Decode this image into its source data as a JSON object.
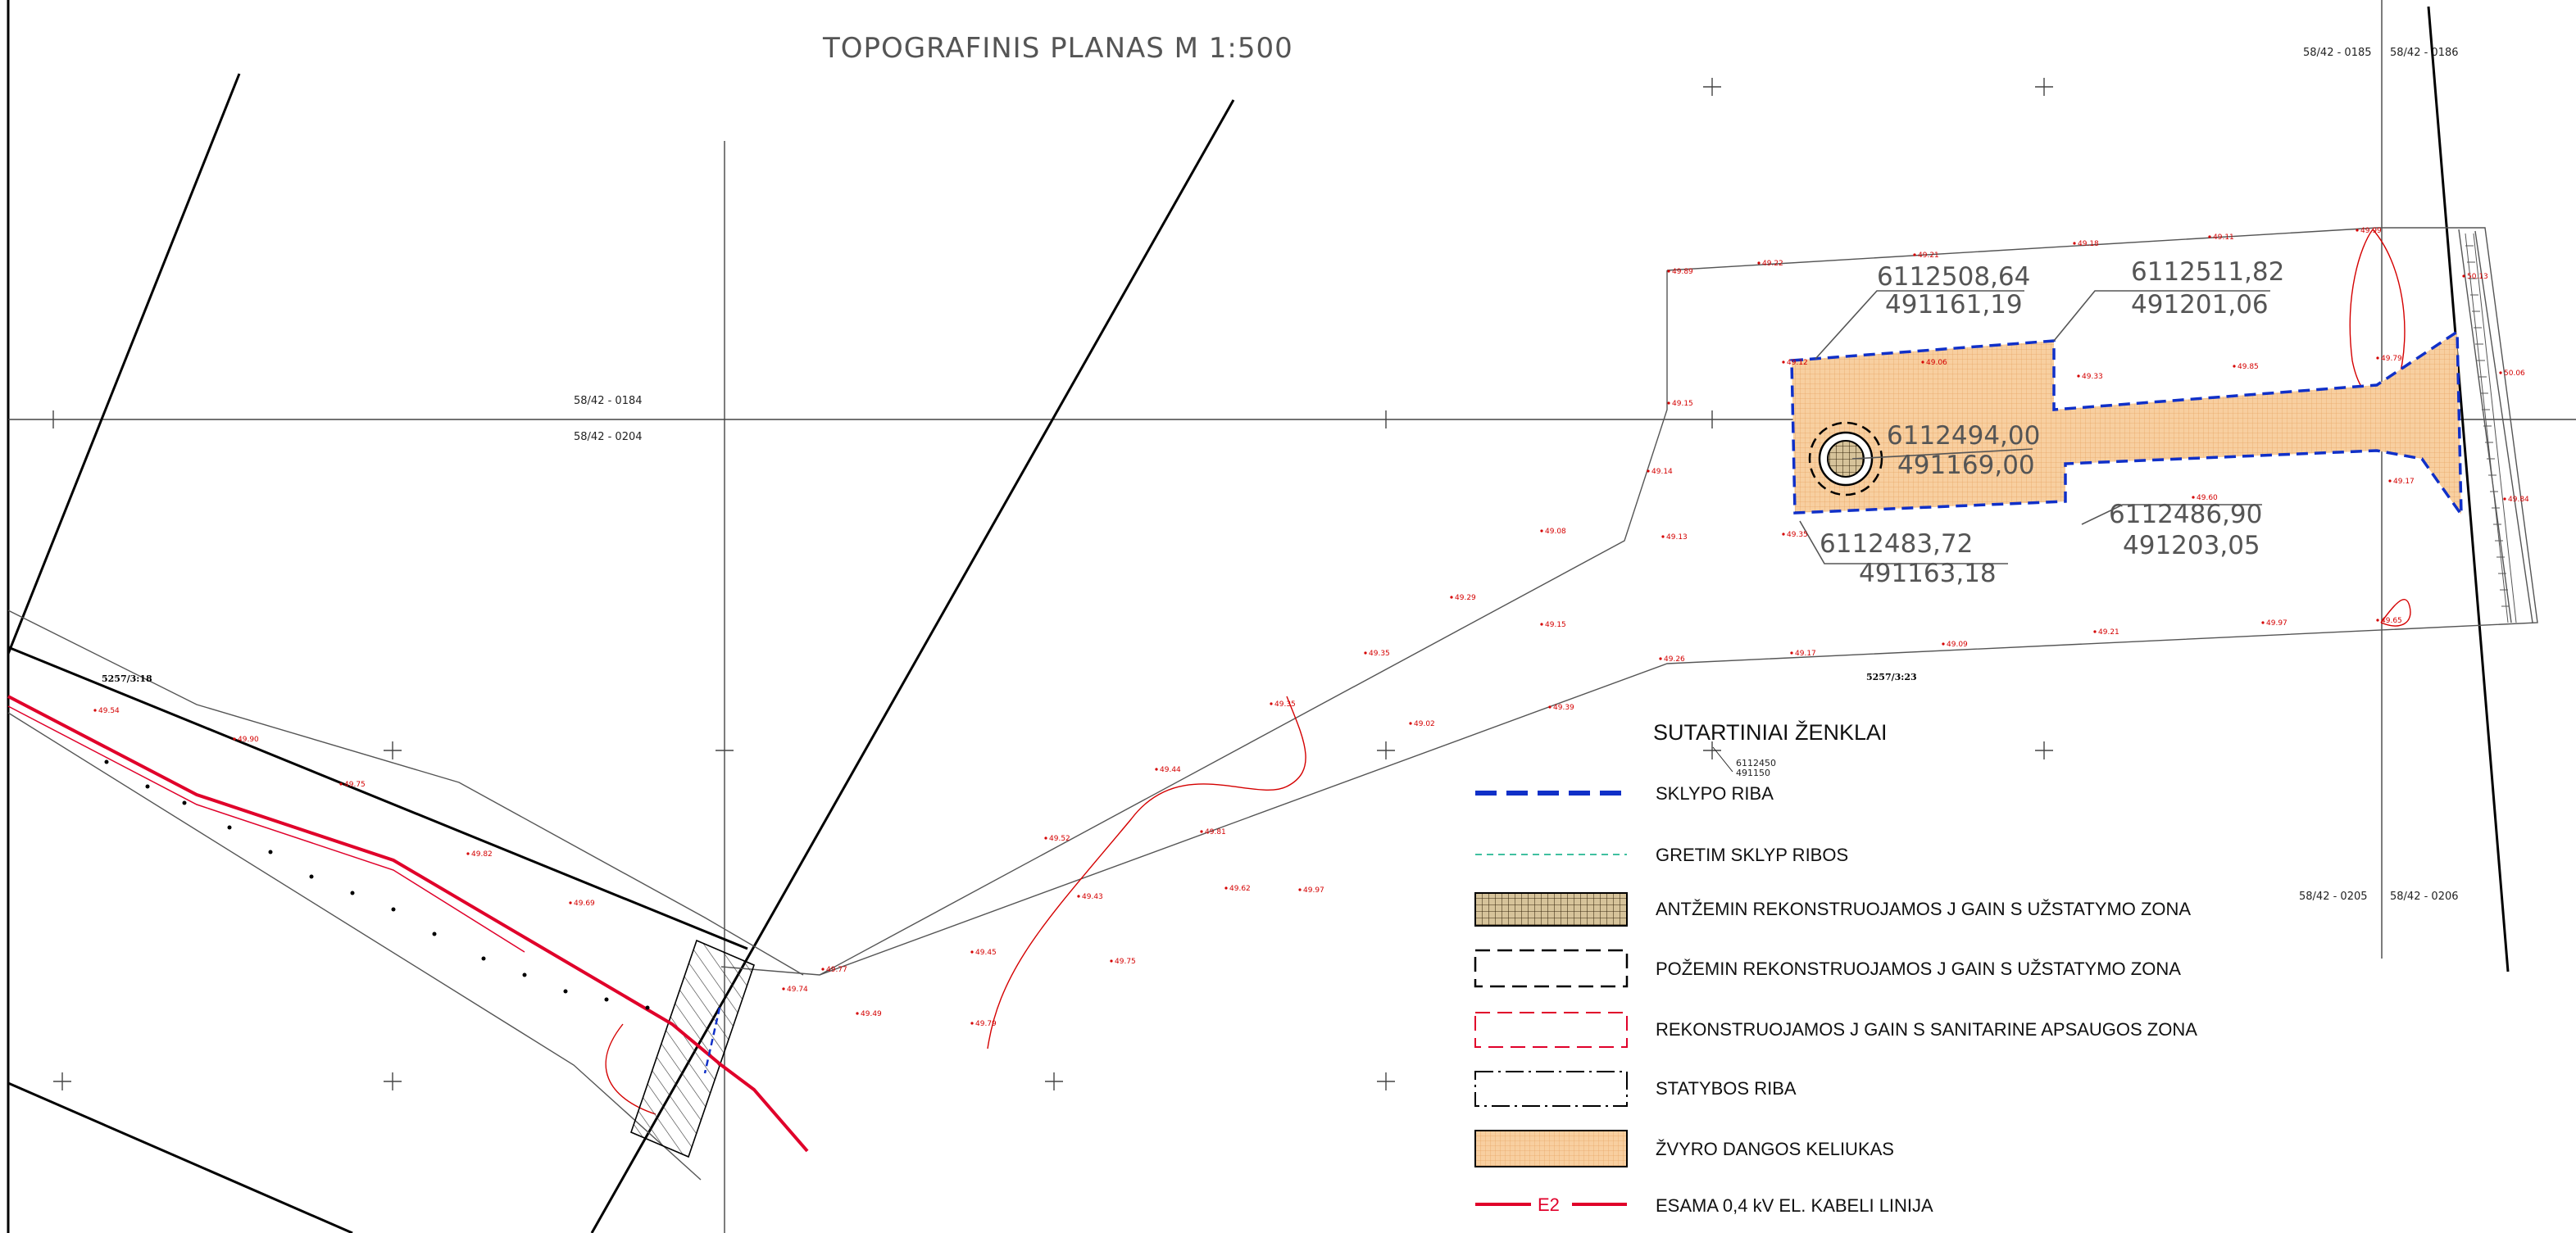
{
  "title": "TOPOGRAFINIS PLANAS M 1:500",
  "sheets": {
    "top_left_1": "58/42 - 0184",
    "top_left_2": "58/42 - 0204",
    "top_right_1": "58/42 - 0185",
    "top_right_2": "58/42 - 0186",
    "bottom_right_1": "58/42 - 0205",
    "bottom_right_2": "58/42 - 0206"
  },
  "coordinates": {
    "c1_n": "6112508,64",
    "c1_e": "491161,19",
    "c2_n": "6112511,82",
    "c2_e": "491201,06",
    "c3_n": "6112494,00",
    "c3_e": "491169,00",
    "c4_n": "6112486,90",
    "c4_e": "491203,05",
    "c5_n": "6112483,72",
    "c5_e": "491163,18"
  },
  "lots": {
    "lot_left": "5257/3:18",
    "lot_right": "5257/3:23"
  },
  "ref_point": {
    "n": "6112450",
    "e": "491150"
  },
  "legend": {
    "title": "SUTARTINIAI ŽENKLAI",
    "items": [
      {
        "label": "SKLYPO RIBA"
      },
      {
        "label": "GRETIM   SKLYP   RIBOS"
      },
      {
        "label": "ANTŽEMIN   REKONSTRUOJAMOS J   GAIN   S UŽSTATYMO ZONA"
      },
      {
        "label": "POŽEMIN   REKONSTRUOJAMOS J   GAIN   S UŽSTATYMO ZONA"
      },
      {
        "label": "REKONSTRUOJAMOS J   GAIN   S SANITARINE APSAUGOS ZONA"
      },
      {
        "label": "STATYBOS RIBA"
      },
      {
        "label": "ŽVYRO DANGOS KELIUKAS"
      },
      {
        "label": "ESAMA  0,4 kV EL. KABELI    LINIJA",
        "code": "E2"
      }
    ]
  },
  "elevations": [
    "49.89",
    "49.22",
    "49.21",
    "49.18",
    "49.11",
    "49.99",
    "49.15",
    "49.14",
    "49.12",
    "49.06",
    "49.33",
    "49.85",
    "49.35",
    "49.13",
    "49.08",
    "49.29",
    "49.15",
    "49.35",
    "49.35",
    "49.02",
    "49.39",
    "49.44",
    "49.81",
    "49.52",
    "49.43",
    "49.97",
    "49.62",
    "49.45",
    "49.75",
    "49.49",
    "49.79",
    "49.77",
    "49.74",
    "49.26",
    "49.17",
    "49.09",
    "49.21",
    "49.97",
    "49.65",
    "49.17",
    "49.60",
    "49.79",
    "50.13",
    "50.06",
    "49.84",
    "49.54",
    "49.90",
    "49.75",
    "49.82",
    "49.69"
  ],
  "colors": {
    "plot_boundary": "#1030c8",
    "neighbor_boundary": "#40c0a0",
    "cable": "#e0002a",
    "gravel_road": "#f6c48e",
    "elevation_text": "#d40000"
  }
}
